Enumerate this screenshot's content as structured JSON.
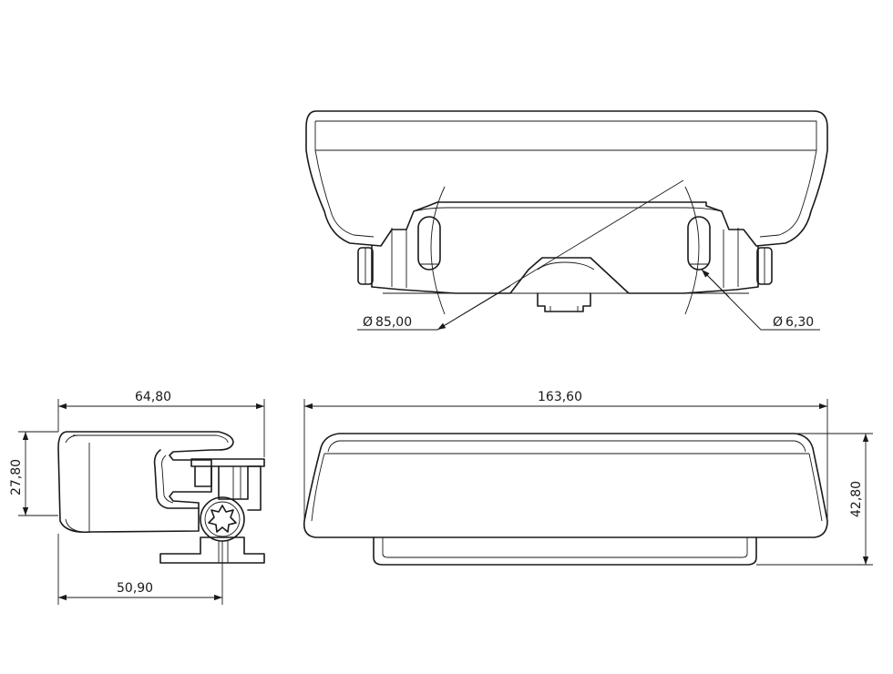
{
  "dimensions": {
    "dia_pitch_circle": {
      "prefix": "Ø",
      "value": "85,00"
    },
    "dia_hole": {
      "prefix": "Ø",
      "value": "6,30"
    },
    "side_width": "64,80",
    "side_height": "27,80",
    "side_bracket": "50,90",
    "front_width": "163,60",
    "front_height": "42,80"
  }
}
